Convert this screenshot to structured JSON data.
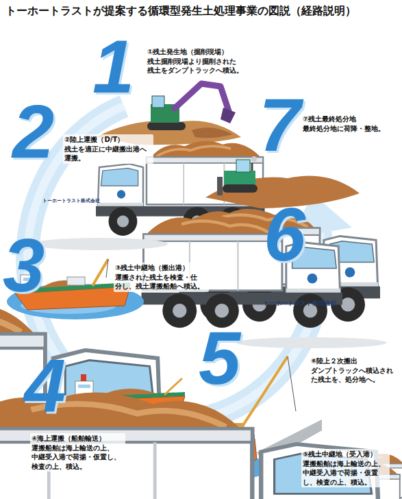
{
  "diagram": {
    "title": "トーホートラストが提案する循環型発生土処理事業の図説（経路説明）",
    "nodes": [
      {
        "text": [
          "①残土発生地（掘削現場）",
          "残土掘削現場より掘削された 残土をダンプトラックへ積込。"
        ]
      },
      {
        "text": [
          "②陸上運搬（D/T）",
          "残土を適正に中継搬出港へ 運搬。"
        ]
      },
      {
        "text": [
          "③残土中継地（搬出港）",
          "運搬された残土を検査・仕 分し、残土運搬船舶へ積込。"
        ]
      },
      {
        "text": [
          "④海上運搬（船舶輸送）",
          "運搬船舶は海上輸送の上、 中継受入港で荷揚・仮置し、 検査の上、積込。"
        ]
      },
      {
        "text": [
          "⑤残土中継地（受入港）",
          "運搬船舶は海上輸送の上、 中継受入港で荷揚・仮置 し、検査の上、積込。"
        ]
      },
      {
        "text": [
          "⑥陸上２次搬出",
          "ダンプトラックへ積込され た残土を、処分地へ。"
        ]
      },
      {
        "text": [
          "⑦残土最終処分地",
          "最終処分地に荷降・整地。"
        ]
      }
    ],
    "labels": [
      "1",
      "2",
      "3",
      "4",
      "5",
      "6",
      "7",
      "トーホートラスト株式会社",
      "トーホートラスト株式会社"
    ]
  }
}
